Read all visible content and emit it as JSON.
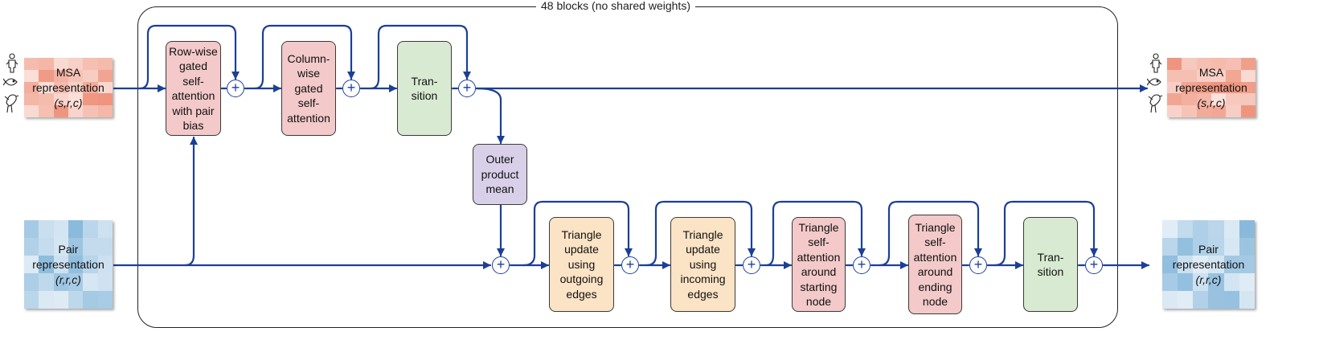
{
  "frame": {
    "title": "48 blocks (no shared weights)"
  },
  "inputs": {
    "msa": {
      "line1": "MSA",
      "line2": "representation",
      "dims": "(s,r,c)"
    },
    "pair": {
      "line1": "Pair",
      "line2": "representation",
      "dims": "(r,r,c)"
    }
  },
  "outputs": {
    "msa": {
      "line1": "MSA",
      "line2": "representation",
      "dims": "(s,r,c)"
    },
    "pair": {
      "line1": "Pair",
      "line2": "representation",
      "dims": "(r,r,c)"
    }
  },
  "msa_stack": [
    {
      "lines": [
        "Row-wise",
        "gated",
        "self-",
        "attention",
        "with pair",
        "bias"
      ]
    },
    {
      "lines": [
        "Column-",
        "wise",
        "gated",
        "self-",
        "attention"
      ]
    },
    {
      "lines": [
        "Tran-",
        "sition"
      ]
    }
  ],
  "outer_product": {
    "lines": [
      "Outer",
      "product",
      "mean"
    ]
  },
  "pair_stack": [
    {
      "lines": [
        "Triangle",
        "update",
        "using",
        "outgoing",
        "edges"
      ]
    },
    {
      "lines": [
        "Triangle",
        "update",
        "using",
        "incoming",
        "edges"
      ]
    },
    {
      "lines": [
        "Triangle",
        "self-",
        "attention",
        "around",
        "starting",
        "node"
      ]
    },
    {
      "lines": [
        "Triangle",
        "self-",
        "attention",
        "around",
        "ending",
        "node"
      ]
    },
    {
      "lines": [
        "Tran-",
        "sition"
      ]
    }
  ],
  "plus_symbol": "+",
  "icons": [
    "human-icon",
    "fish-icon",
    "bird-icon"
  ],
  "colors": {
    "arrow": "#1c3f96",
    "msa_block": "#f3c9c9",
    "transition_block": "#d8ead1",
    "triangle_update_block": "#fbe3c5",
    "outer_product_block": "#d8d0e8",
    "msa_heat": "#e8694a",
    "pair_heat": "#5d9fcf"
  }
}
